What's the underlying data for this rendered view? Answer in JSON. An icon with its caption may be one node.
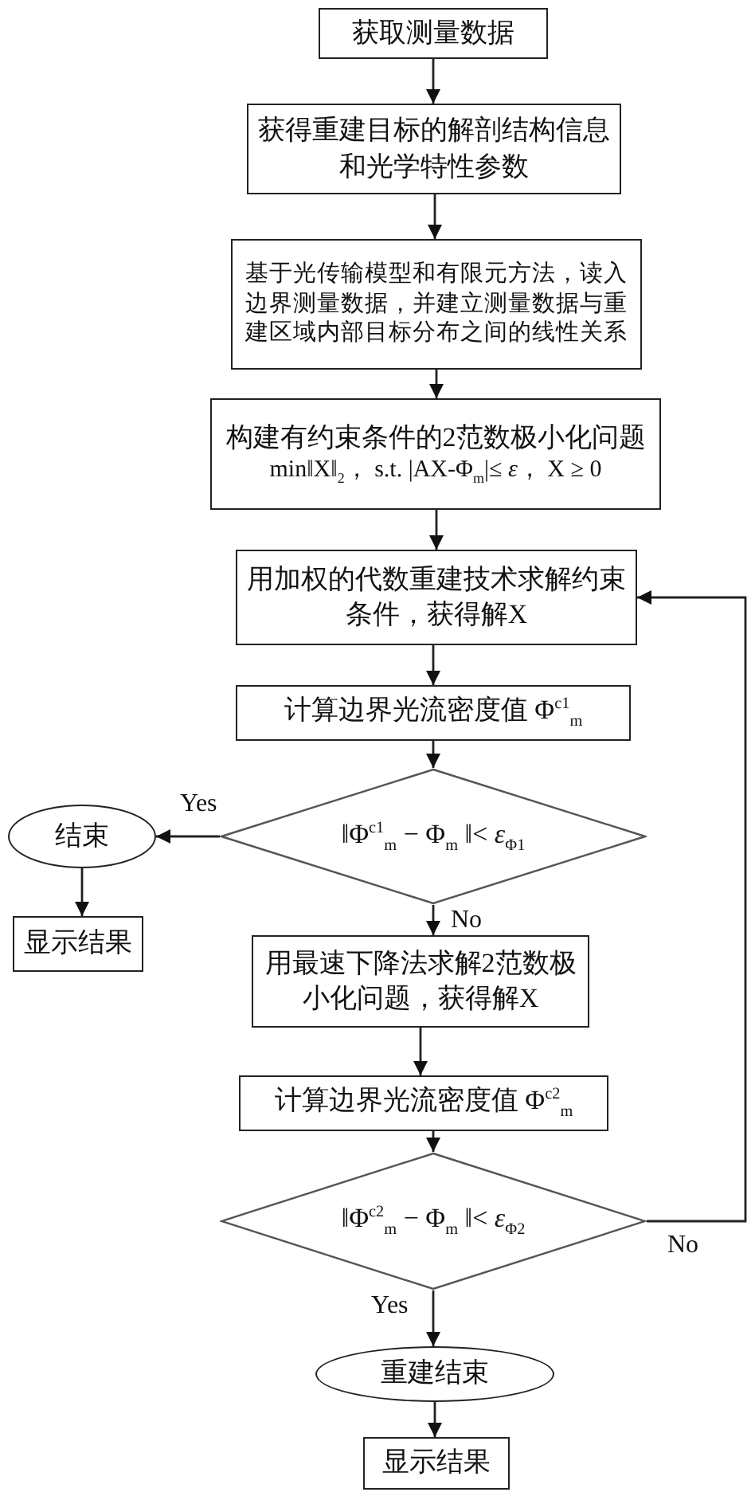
{
  "diagram": {
    "nodes": [
      {
        "text": [
          "获取测量数据"
        ]
      },
      {
        "text": [
          "获得重建目标的解剖结构信息和光学特性参数"
        ]
      },
      {
        "text": [
          "基于光传输模型和有限元方法，读入边界测量数据，并建立测量数据与重建区域内部目标分布之间的线性关系"
        ]
      },
      {
        "text": [
          "构建有约束条件的2范数极小化问题",
          "min‖X‖$_{2}$，  s.t.  |AX-Φ$_{m}$|≤ *ε*，  X ≥ 0"
        ]
      },
      {
        "text": [
          "用加权的代数重建技术求解约束条件，获得解X"
        ]
      },
      {
        "text": [
          "计算边界光流密度值 Φ$^{c1}$$_{m}$"
        ]
      },
      {
        "text": [
          "‖Φ$^{c1}$$_{m}$ − Φ$_{m}$ ‖< *ε*$_{Φ1}$"
        ]
      },
      {
        "text": [
          "结束"
        ]
      },
      {
        "text": [
          "显示结果"
        ]
      },
      {
        "text": [
          "用最速下降法求解2范数极小化问题，获得解X"
        ]
      },
      {
        "text": [
          "计算边界光流密度值 Φ$^{c2}$$_{m}$"
        ]
      },
      {
        "text": [
          "‖Φ$^{c2}$$_{m}$ − Φ$_{m}$ ‖< *ε*$_{Φ2}$"
        ]
      },
      {
        "text": [
          "重建结束"
        ]
      },
      {
        "text": [
          "显示结果"
        ]
      }
    ],
    "edges": [
      {
        "from": 0,
        "to": 1,
        "arrow": "to"
      },
      {
        "from": 1,
        "to": 2,
        "arrow": "to"
      },
      {
        "from": 2,
        "to": 3,
        "arrow": "to"
      },
      {
        "from": 3,
        "to": 4,
        "arrow": "to"
      },
      {
        "from": 4,
        "to": 5,
        "arrow": "to"
      },
      {
        "from": 5,
        "to": 6,
        "arrow": "to"
      },
      {
        "from": 6,
        "to": 7,
        "arrow": "to",
        "label": "Yes"
      },
      {
        "from": 7,
        "to": 8,
        "arrow": "to"
      },
      {
        "from": 6,
        "to": 9,
        "arrow": "to",
        "label": "No"
      },
      {
        "from": 9,
        "to": 10,
        "arrow": "to"
      },
      {
        "from": 10,
        "to": 11,
        "arrow": "to"
      },
      {
        "from": 11,
        "to": 4,
        "arrow": "to",
        "label": "No"
      },
      {
        "from": 11,
        "to": 12,
        "arrow": "to",
        "label": "Yes"
      },
      {
        "from": 12,
        "to": 13,
        "arrow": "to"
      }
    ]
  }
}
